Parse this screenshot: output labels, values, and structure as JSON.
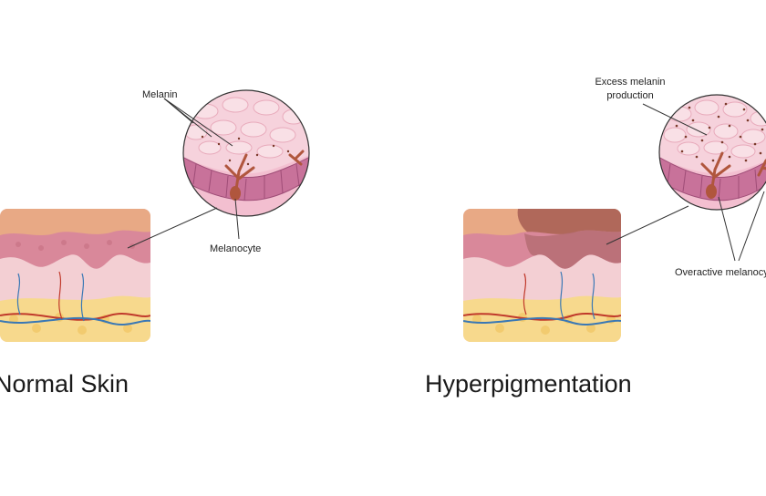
{
  "left_panel": {
    "title": "Normal Skin",
    "label_melanin": "Melanin",
    "label_melanocyte": "Melanocyte"
  },
  "right_panel": {
    "title": "Hyperpigmentation",
    "label_excess_line1": "Excess melanin",
    "label_excess_line2": "production",
    "label_overactive": "Overactive melanocytes"
  },
  "colors": {
    "epidermis_top": "#e8a985",
    "pigment_patch": "#b0685a",
    "basal_layer": "#c8729a",
    "cell_fill": "#f6d2dc",
    "dermis": "#f3cfd3",
    "fat_layer": "#f7d98d",
    "artery": "#c0392b",
    "vein": "#3a78b5"
  }
}
